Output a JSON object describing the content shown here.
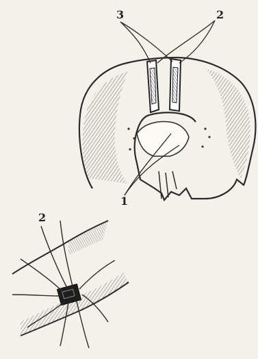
{
  "figure": {
    "top_panel": {
      "labels": {
        "label_3": "3",
        "label_2": "2",
        "label_1": "1"
      }
    },
    "bottom_panel": {
      "labels": {
        "label_2": "2"
      }
    },
    "colors": {
      "ink": "#2a2a2a",
      "paper": "#f4f1ea",
      "shade": "#6b6b6b"
    }
  }
}
